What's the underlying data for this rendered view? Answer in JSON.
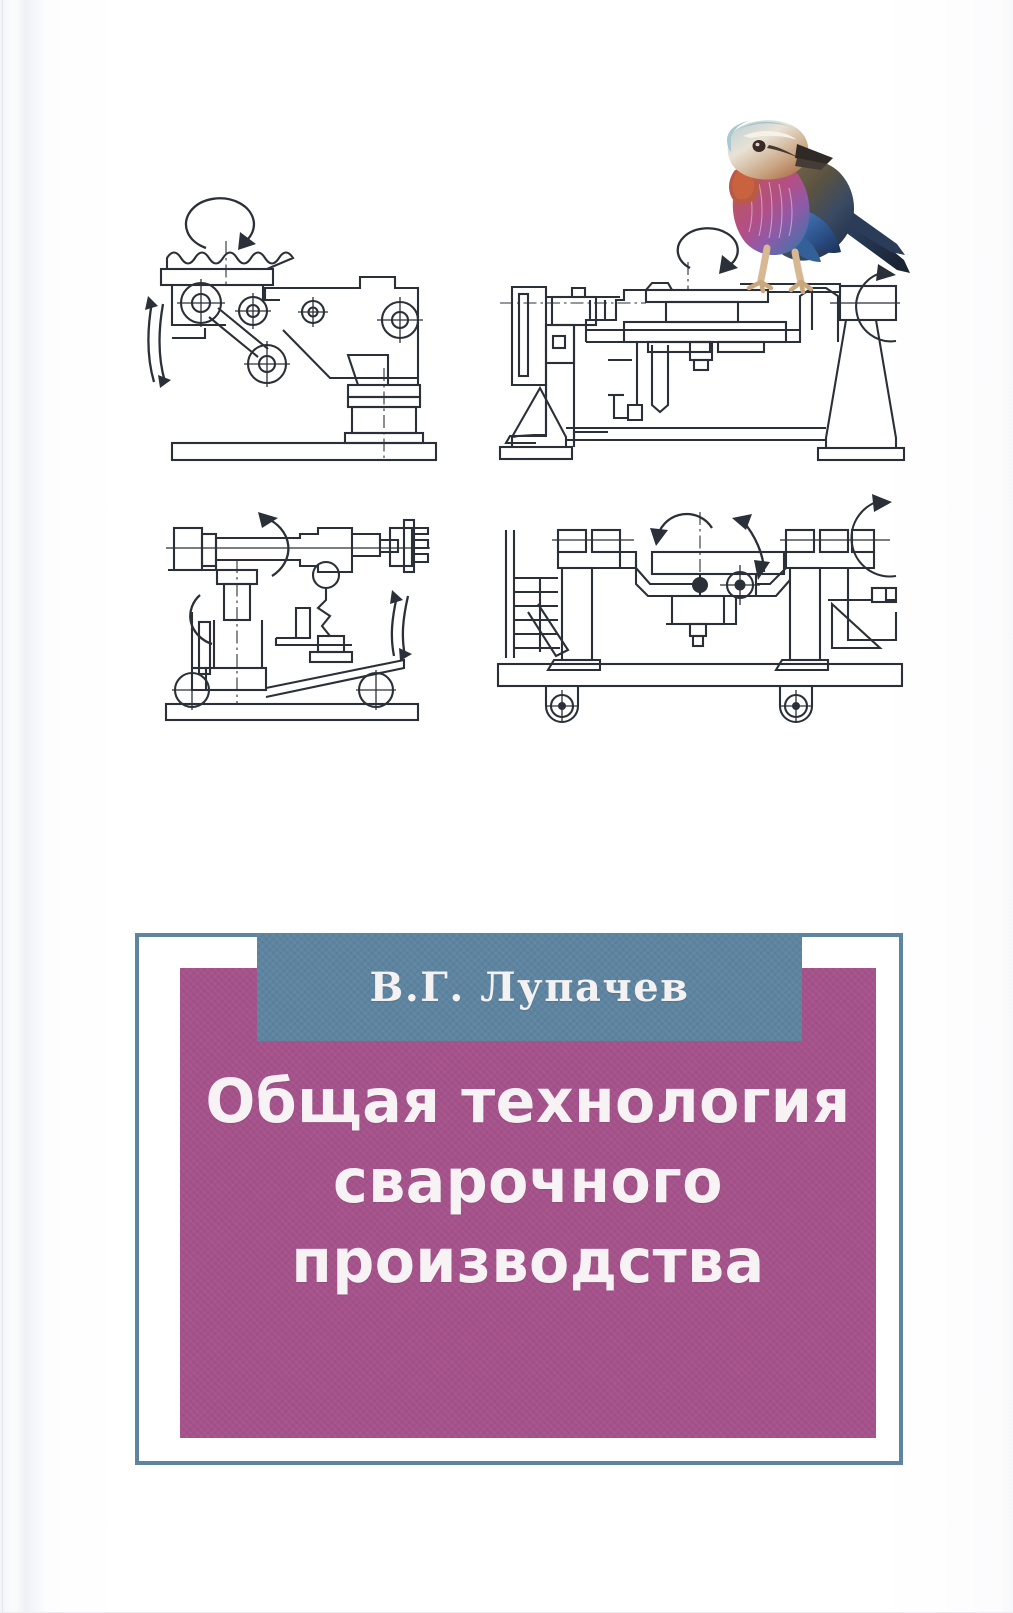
{
  "cover": {
    "author": "В.Г. Лупачев",
    "title_lines": [
      "Общая технология",
      "сварочного",
      "производства"
    ],
    "title_full": "Общая технология сварочного производства",
    "colors": {
      "magenta_block": "#a5528b",
      "blue_band": "#5d84a0",
      "frame_border": "#5d84a0",
      "text_light": "#f7f2f4",
      "drawing_ink": "#2b3038",
      "background": "#fdfdfe"
    },
    "illustrations": {
      "bird": {
        "name": "lilac-breasted-roller-bird",
        "description": "Perched lilac-breasted roller bird"
      },
      "technical_drawings": [
        {
          "position": "top-left",
          "name": "tilting-welding-positioner",
          "description": "Tilting welding positioner with toothed faceplate, rotation arrow above and tilt arrows at left"
        },
        {
          "position": "top-right",
          "name": "two-column-rotating-positioner",
          "description": "Two-column welding positioner with rotating table, drive headstock and tailstock on pedestals"
        },
        {
          "position": "bottom-left",
          "name": "rotating-manipulator-on-carriage",
          "description": "Horizontal spindle rotating manipulator on a wheeled carriage with column and counterweight"
        },
        {
          "position": "bottom-right",
          "name": "tilting-positioner-on-bogie",
          "description": "Tilting welding positioner mounted on a wheeled bogie with ladder and support frame"
        }
      ]
    }
  }
}
